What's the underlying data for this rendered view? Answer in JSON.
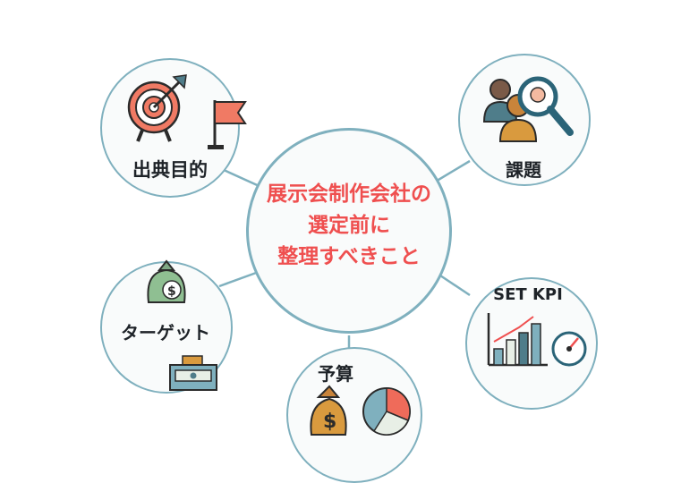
{
  "center": {
    "line1": "展示会制作会社の",
    "line2": "選定前に",
    "line3": "整理すべきこと"
  },
  "nodes": {
    "purpose": "出典目的",
    "issues": "課題",
    "kpi": "SET KPI",
    "budget": "予算",
    "target": "ターゲット"
  },
  "colors": {
    "accent": "#ef4f4f",
    "ring": "#7fb0be",
    "text": "#1e2328"
  }
}
